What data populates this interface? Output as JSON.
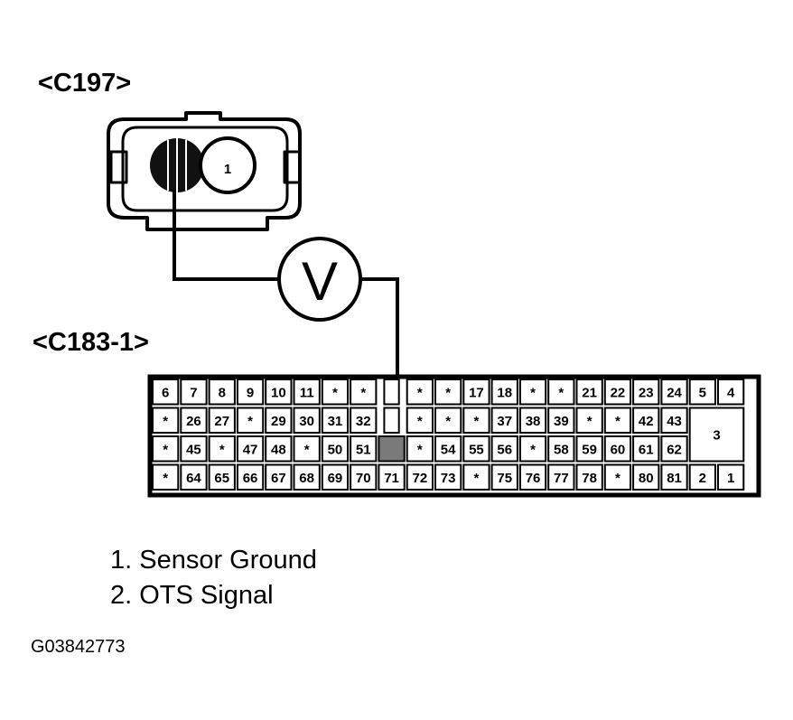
{
  "connector_top": {
    "label": "<C197>",
    "pin_label": "1"
  },
  "meter": {
    "symbol": "V"
  },
  "connector_main": {
    "label": "<C183-1>"
  },
  "pin_rows": [
    [
      "6",
      "7",
      "8",
      "9",
      "10",
      "11",
      "*",
      "*",
      "",
      "*",
      "*",
      "17",
      "18",
      "*",
      "*",
      "21",
      "22",
      "23",
      "24",
      "5",
      "4"
    ],
    [
      "*",
      "26",
      "27",
      "*",
      "29",
      "30",
      "31",
      "32",
      "",
      "*",
      "*",
      "*",
      "37",
      "38",
      "39",
      "*",
      "*",
      "42",
      "43",
      "3"
    ],
    [
      "*",
      "45",
      "*",
      "47",
      "48",
      "*",
      "50",
      "51",
      "",
      "*",
      "54",
      "55",
      "56",
      "*",
      "58",
      "59",
      "60",
      "61",
      "62"
    ],
    [
      "*",
      "64",
      "65",
      "66",
      "67",
      "68",
      "69",
      "70",
      "71",
      "72",
      "73",
      "*",
      "75",
      "76",
      "77",
      "78",
      "*",
      "80",
      "81",
      "2",
      "1"
    ]
  ],
  "legend": [
    "1. Sensor Ground",
    "2. OTS Signal"
  ],
  "figure_id": "G03842773"
}
